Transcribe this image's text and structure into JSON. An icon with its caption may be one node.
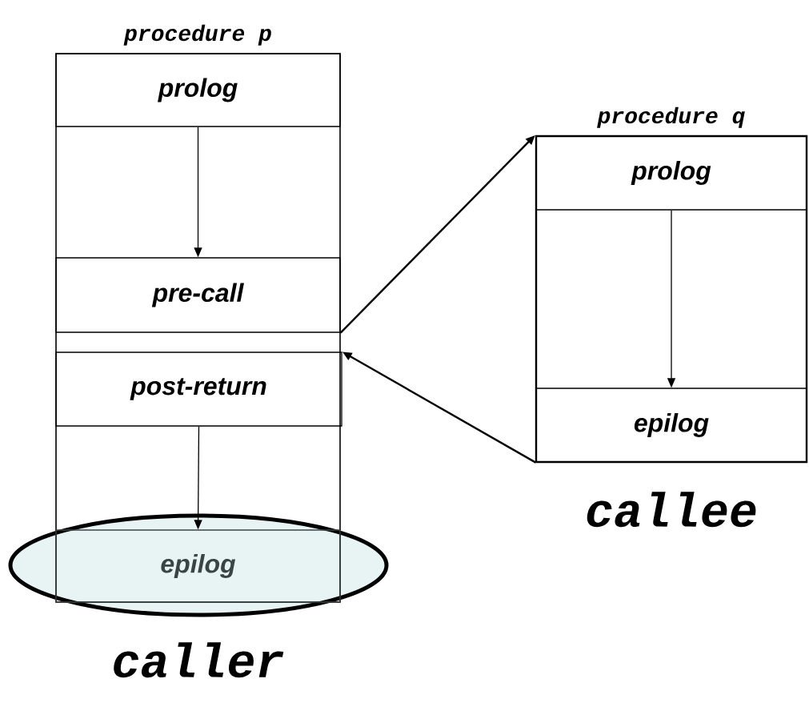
{
  "diagram": {
    "nodes": [
      {
        "text": [
          "procedure p"
        ],
        "beside": [
          "caller"
        ]
      },
      {
        "text": [
          "prolog"
        ],
        "in": 0
      },
      {
        "text": [
          "pre-call"
        ],
        "in": 0
      },
      {
        "text": [
          "post-return"
        ],
        "in": 0
      },
      {
        "text": [
          "epilog"
        ],
        "in": 0
      },
      {
        "text": [
          "procedure q"
        ],
        "beside": [
          "callee"
        ]
      },
      {
        "text": [
          "prolog"
        ],
        "in": 5
      },
      {
        "text": [
          "epilog"
        ],
        "in": 5
      }
    ],
    "edges": [
      {
        "from": 1,
        "to": 2,
        "arrow": "to"
      },
      {
        "from": 3,
        "to": 4,
        "arrow": "to"
      },
      {
        "from": 6,
        "to": 7,
        "arrow": "to"
      },
      {
        "from": 2,
        "to": 5,
        "arrow": "to"
      },
      {
        "from": 7,
        "to": 3,
        "arrow": "to"
      }
    ]
  }
}
